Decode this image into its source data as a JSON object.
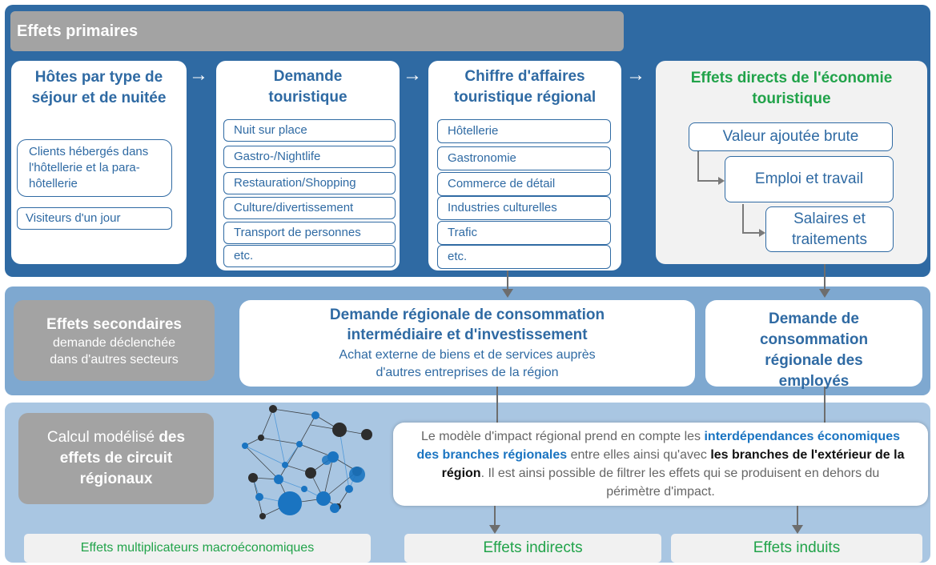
{
  "primary": {
    "header": "Effets primaires",
    "hosts": {
      "title": "Hôtes par type de séjour et de nuitée",
      "items": [
        "Clients hébergés dans l'hôtellerie et la para-hôtellerie",
        "Visiteurs d'un jour"
      ]
    },
    "demand": {
      "title": "Demande touristique",
      "items": [
        "Nuit sur place",
        "Gastro-/Nightlife",
        "Restauration/Shopping",
        "Culture/divertissement",
        "Transport de personnes",
        "etc."
      ]
    },
    "turnover": {
      "title": "Chiffre d'affaires touristique régional",
      "items": [
        "Hôtellerie",
        "Gastronomie",
        "Commerce de détail",
        "Industries culturelles",
        "Trafic",
        "etc."
      ]
    },
    "direct": {
      "title": "Effets directs de l'économie touristique",
      "items": [
        "Valeur ajoutée brute",
        "Emploi et travail",
        "Salaires et traitements"
      ]
    }
  },
  "secondary": {
    "label_bold": "Effets secondaires",
    "label_rest": "demande déclenchée dans d'autres secteurs",
    "regional_title": "Demande régionale de consommation intermédiaire et d'investissement",
    "regional_sub": "Achat externe de biens et de services auprès d'autres entreprises de la région",
    "employees_title": "Demande de consommation régionale des employés"
  },
  "circuit": {
    "label_pre": "Calcul modélisé",
    "label_bold": "des effets de circuit régionaux",
    "text_1": "Le modèle d'impact régional prend en compte les ",
    "text_hl": "interdépendances économiques des branches régionales",
    "text_2": " entre elles ainsi qu'avec ",
    "text_bk": "les branches de l'extérieur de la région",
    "text_3": ". Il est ainsi possible de filtrer les effets qui se produisent en dehors du périmètre d'impact."
  },
  "bottom": {
    "multipliers": "Effets multiplicateurs macroéconomiques",
    "indirect": "Effets indirects",
    "induced": "Effets induits"
  },
  "colors": {
    "primary_band": "#2f6aa3",
    "secondary_band": "#7ea8d0",
    "circuit_band": "#a9c6e2",
    "green": "#21a34a",
    "grey": "#a3a3a3"
  }
}
